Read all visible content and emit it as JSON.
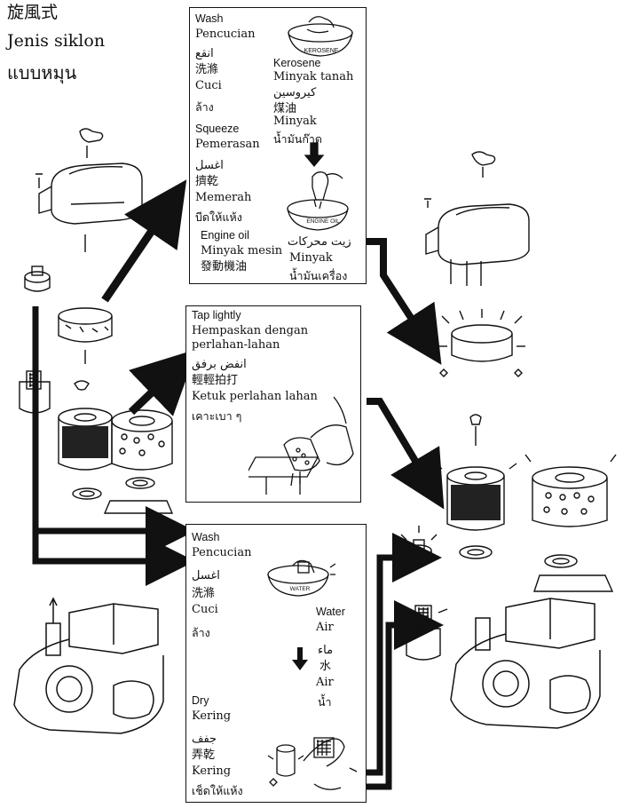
{
  "title": {
    "ja": "旋風式",
    "id": "Jenis siklon",
    "th": "แบบหมุน"
  },
  "panel1": {
    "wash": {
      "en": "Wash",
      "id": "Pencucian",
      "ar": "انقع",
      "zh": "洗滌",
      "ms": "Cuci",
      "th": "ล้าง"
    },
    "kerosene": {
      "en": "Kerosene",
      "id": "Minyak tanah",
      "ar": "كيروسين",
      "zh": "煤油",
      "ms": "Minyak",
      "th": "น้ำมันก๊าด"
    },
    "kerosene_bowl_label": "KEROSENE",
    "squeeze": {
      "en": "Squeeze",
      "id": "Pemerasan",
      "ar": "اغسل",
      "zh": "擠乾",
      "ms": "Memerah",
      "th": "บีดให้แห้ง"
    },
    "engine_oil": {
      "en": "Engine oil",
      "id": "Minyak mesin",
      "zh": "發動機油",
      "ar": "زيت محركات",
      "ms": "Minyak",
      "th": "น้ำมันเครื่อง"
    },
    "engine_oil_bowl_label": "ENGINE OIL"
  },
  "panel2": {
    "en": "Tap lightly",
    "id_1": "Hempaskan dengan",
    "id_2": "perlahan-lahan",
    "ar": "انفض برفق",
    "zh": "輕輕拍打",
    "ms": "Ketuk perlahan lahan",
    "th": "เคาะเบา ๆ"
  },
  "panel3": {
    "wash": {
      "en": "Wash",
      "id": "Pencucian",
      "ar": "اغسل",
      "zh": "洗滌",
      "ms": "Cuci",
      "th": "ล้าง"
    },
    "water": {
      "en": "Water",
      "id": "Air",
      "ar": "ماء",
      "zh": "水",
      "ms": "Air",
      "th": "น้ำ"
    },
    "water_bowl_label": "WATER",
    "dry": {
      "en": "Dry",
      "id": "Kering",
      "ar": "جفف",
      "zh": "弄乾",
      "ms": "Kering",
      "th": "เช็ดให้แห้ง"
    }
  }
}
